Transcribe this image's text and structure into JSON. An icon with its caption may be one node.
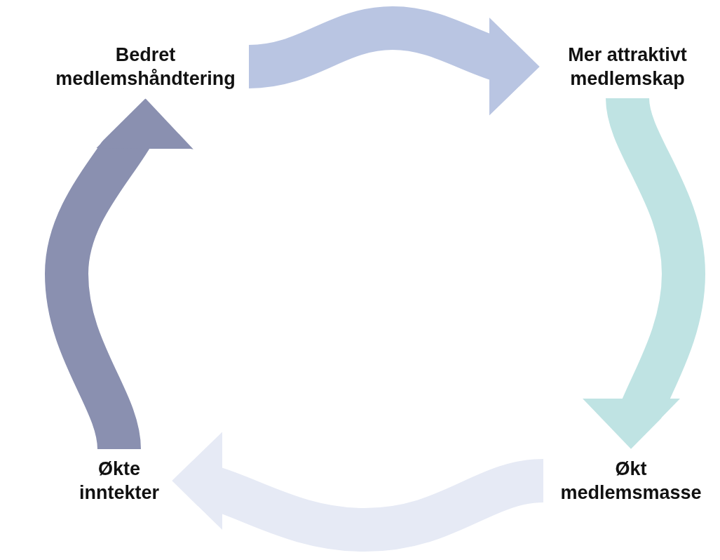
{
  "diagram": {
    "nodes": [
      {
        "text": [
          "Bedret medlemshåndtering"
        ]
      },
      {
        "text": [
          "Mer attraktivt medlemskap"
        ]
      },
      {
        "text": [
          "Økt medlemsmasse"
        ]
      },
      {
        "text": [
          "Økte inntekter"
        ]
      }
    ],
    "edges": [
      {
        "from": 0,
        "to": 1,
        "arrow": "to",
        "color": "#b9c5e2"
      },
      {
        "from": 1,
        "to": 2,
        "arrow": "to",
        "color": "#bfe3e3"
      },
      {
        "from": 2,
        "to": 3,
        "arrow": "to",
        "color": "#e6eaf5"
      },
      {
        "from": 3,
        "to": 0,
        "arrow": "to",
        "color": "#8a90b0"
      }
    ]
  }
}
